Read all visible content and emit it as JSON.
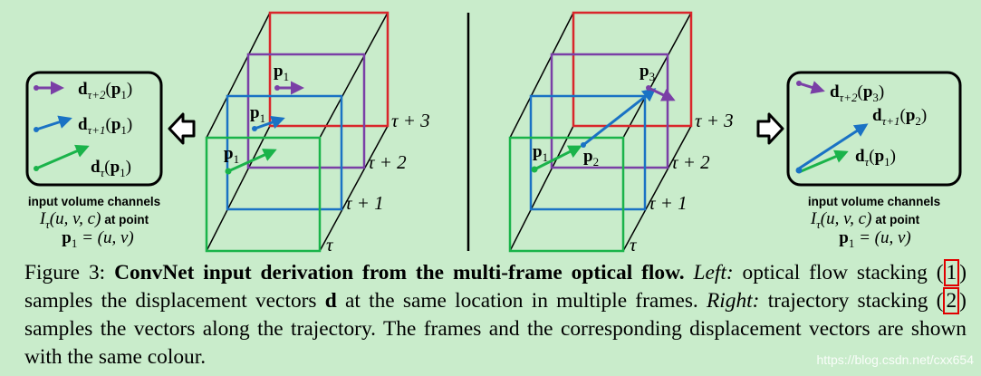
{
  "left_panel": {
    "channels": [
      {
        "text": "d",
        "sub": "τ+2",
        "arg": "p",
        "argsub": "1"
      },
      {
        "text": "d",
        "sub": "τ+1",
        "arg": "p",
        "argsub": "1"
      },
      {
        "text": "d",
        "sub": "τ",
        "arg": "p",
        "argsub": "1"
      }
    ],
    "cube_points": [
      {
        "text": "p",
        "sub": "1"
      },
      {
        "text": "p",
        "sub": "1"
      },
      {
        "text": "p",
        "sub": "1"
      }
    ],
    "frame_labels": [
      "τ + 3",
      "τ + 2",
      "τ + 1",
      "τ"
    ],
    "caption_line1": "input volume channels",
    "caption_line2_math": "I",
    "caption_line2_sub": "τ",
    "caption_line2_args": "(u, v, c)",
    "caption_line2_tail": "at point",
    "caption_line3": "p",
    "caption_line3_sub": "1",
    "caption_line3_tail": " = (u, v)"
  },
  "right_panel": {
    "channels": [
      {
        "text": "d",
        "sub": "τ+2",
        "arg": "p",
        "argsub": "3"
      },
      {
        "text": "d",
        "sub": "τ+1",
        "arg": "p",
        "argsub": "2"
      },
      {
        "text": "d",
        "sub": "τ",
        "arg": "p",
        "argsub": "1"
      }
    ],
    "cube_points": [
      {
        "text": "p",
        "sub": "1"
      },
      {
        "text": "p",
        "sub": "2"
      },
      {
        "text": "p",
        "sub": "3"
      }
    ],
    "frame_labels": [
      "τ + 3",
      "τ + 2",
      "τ + 1",
      "τ"
    ],
    "caption_line1": "input volume channels",
    "caption_line2_math": "I",
    "caption_line2_sub": "τ",
    "caption_line2_args": "(u, v, c)",
    "caption_line2_tail": "at point",
    "caption_line3": "p",
    "caption_line3_sub": "1",
    "caption_line3_tail": " = (u, v)"
  },
  "caption": {
    "label": "Figure 3:",
    "title": "ConvNet input derivation from the multi-frame optical flow.",
    "left_label": "Left:",
    "left_text_a": "optical flow stacking (",
    "ref1": "1",
    "left_text_b": ") samples the displacement vectors",
    "vec_symbol": "d",
    "left_text_c": "at the same location in multiple frames.",
    "right_label": "Right:",
    "right_text_a": "trajectory stacking (",
    "ref2": "2",
    "right_text_b": ") samples the vectors along the trajectory. The frames and the corresponding displacement vectors are shown with the same colour."
  },
  "watermark": "https://blog.csdn.net/cxx654",
  "colors": {
    "green": "#1ab34a",
    "blue": "#1a72c4",
    "purple": "#7a3fa6",
    "red": "#d9262b",
    "background": "#c9eccb"
  }
}
